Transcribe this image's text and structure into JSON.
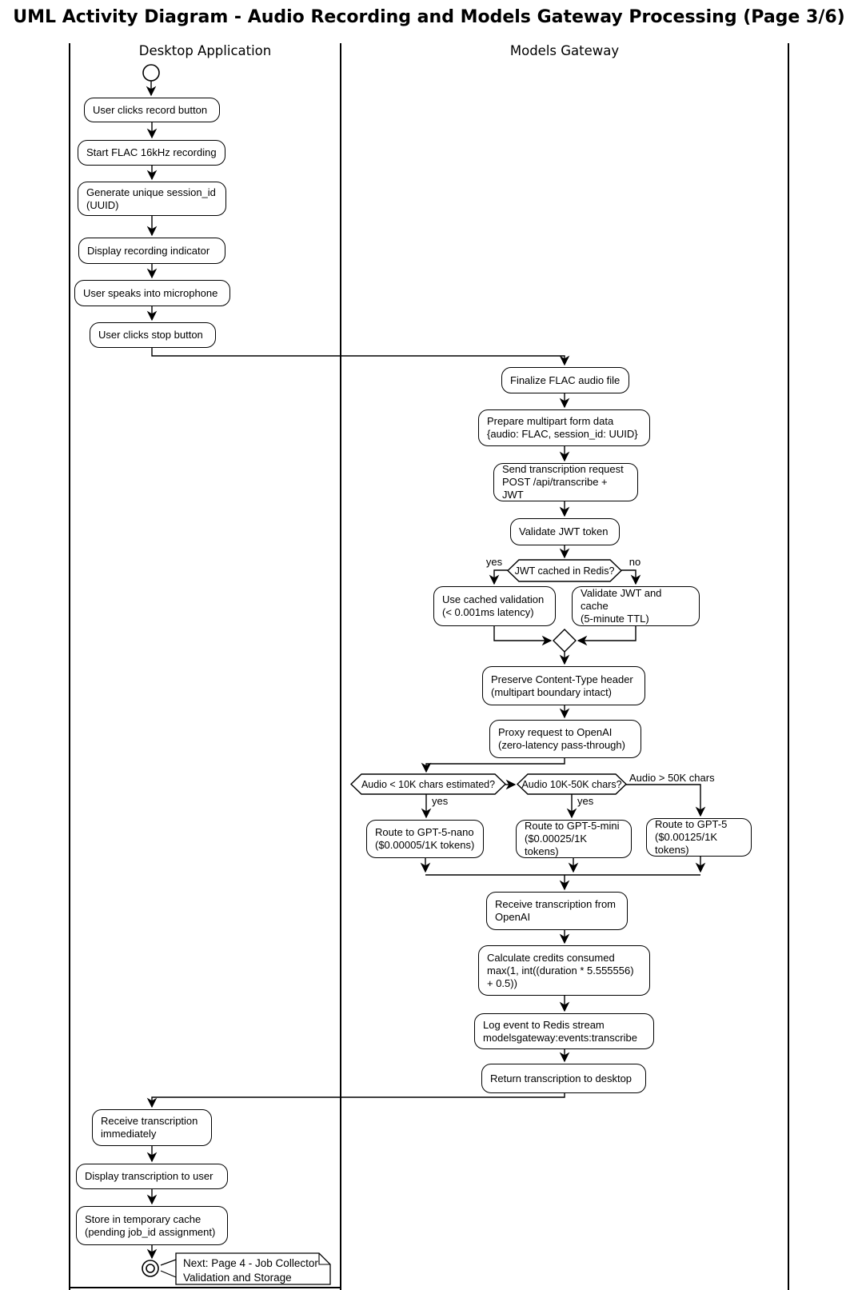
{
  "title": "UML Activity Diagram - Audio Recording and Models Gateway Processing (Page 3/6)",
  "lanes": {
    "left": "Desktop Application",
    "right": "Models Gateway"
  },
  "nodes": {
    "user_clicks_record": "User clicks record button",
    "start_flac": "Start FLAC 16kHz recording",
    "generate_session": "Generate unique session_id\n(UUID)",
    "display_indicator": "Display recording indicator",
    "user_speaks": "User speaks into microphone",
    "user_stops": "User clicks stop button",
    "finalize_flac": "Finalize FLAC audio file",
    "prepare_multipart": "Prepare multipart form data\n{audio: FLAC, session_id: UUID}",
    "send_request": "Send transcription request\nPOST /api/transcribe + JWT",
    "validate_jwt": "Validate JWT token",
    "use_cached": "Use cached validation\n(< 0.001ms latency)",
    "validate_cache": "Validate JWT and cache\n(5-minute TTL)",
    "preserve_header": "Preserve Content-Type header\n(multipart boundary intact)",
    "proxy_request": "Proxy request to OpenAI\n(zero-latency pass-through)",
    "route_nano": "Route to GPT-5-nano\n($0.00005/1K tokens)",
    "route_mini": "Route to GPT-5-mini\n($0.00025/1K tokens)",
    "route_gpt5": "Route to GPT-5\n($0.00125/1K tokens)",
    "receive_openai": "Receive transcription from\nOpenAI",
    "calc_credits": "Calculate credits consumed\nmax(1, int((duration * 5.555556)\n+ 0.5))",
    "log_event": "Log event to Redis stream\nmodelsgateway:events:transcribe",
    "return_desktop": "Return transcription to desktop",
    "receive_immediately": "Receive transcription\nimmediately",
    "display_user": "Display transcription to user",
    "store_cache": "Store in temporary cache\n(pending job_id assignment)"
  },
  "decisions": {
    "jwt_cached": "JWT cached in Redis?",
    "audio_small": "Audio < 10K chars estimated?",
    "audio_mid": "Audio 10K-50K chars?"
  },
  "edge_labels": {
    "yes": "yes",
    "no": "no",
    "audio_large": "Audio > 50K chars"
  },
  "note": "Next: Page 4 - Job Collector\nValidation and Storage",
  "colors": {
    "line": "#000000",
    "background": "#ffffff"
  }
}
